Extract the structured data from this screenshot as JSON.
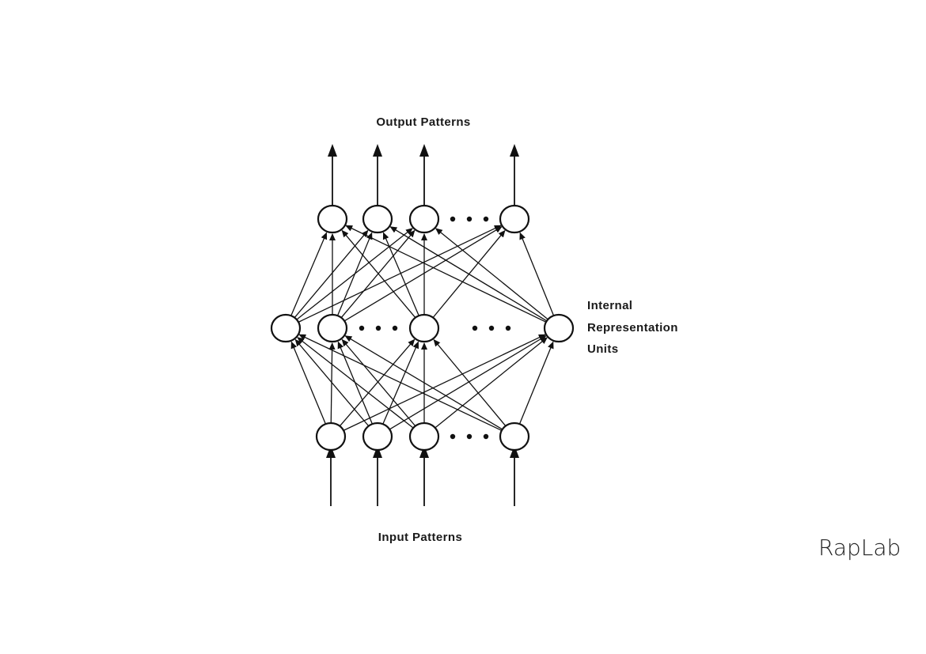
{
  "diagram": {
    "title_top": "Output Patterns",
    "title_bottom": "Input Patterns",
    "hidden_label": {
      "line1": "Internal",
      "line2": "Representation",
      "line3": "Units"
    },
    "watermark": "RapLab",
    "layers": {
      "output": {
        "node_count": 4
      },
      "hidden": {
        "node_count": 4
      },
      "input": {
        "node_count": 4
      }
    },
    "connectivity": "fully-connected",
    "ink_color": "#111111"
  }
}
